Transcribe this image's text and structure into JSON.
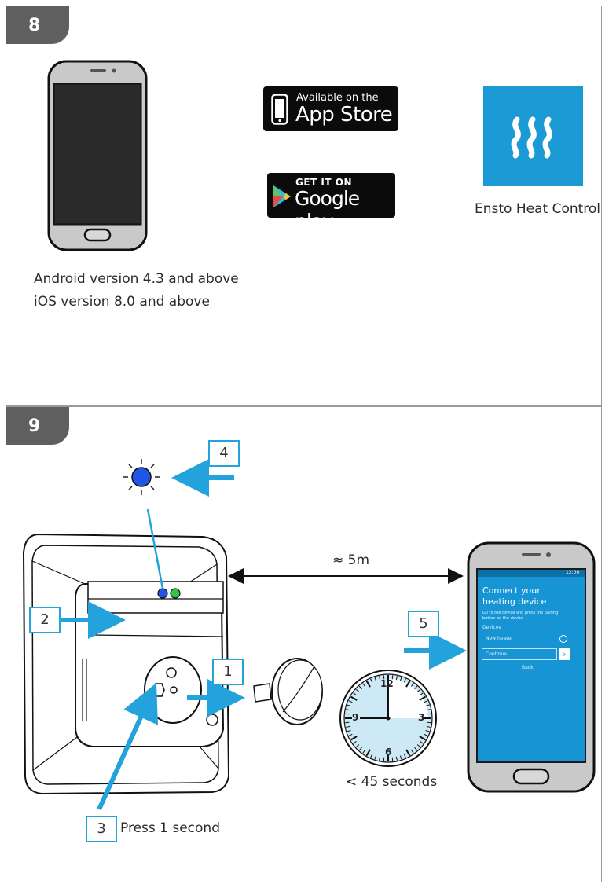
{
  "step8": {
    "number": "8",
    "app_store": {
      "line1": "Available on the",
      "line2": "App Store"
    },
    "google_play": {
      "line1": "GET IT ON",
      "line2": "Google play"
    },
    "app_name": "Ensto Heat Control",
    "requirements": [
      "Android version 4.3 and above",
      "iOS version 8.0 and above"
    ]
  },
  "step9": {
    "number": "9",
    "callouts": [
      "1",
      "2",
      "3",
      "4",
      "5"
    ],
    "press_label": "Press 1 second",
    "distance_label": "≈ 5m",
    "time_label": "< 45 seconds",
    "clock_numbers": [
      "12",
      "3",
      "6",
      "9"
    ],
    "phone_screen": {
      "status_time": "12:00",
      "title_line1": "Connect your",
      "title_line2": "heating device",
      "subtitle_line1": "Go to the device and press the pairing",
      "subtitle_line2": "button on the device",
      "devices_label": "Devices",
      "new_heater": "New heater",
      "continue": "Continue",
      "back": "Back"
    }
  },
  "colors": {
    "accent": "#23a2dc",
    "led_blue": "#1e56e6",
    "led_green": "#2ec44a",
    "tab": "#5f5f5f"
  }
}
